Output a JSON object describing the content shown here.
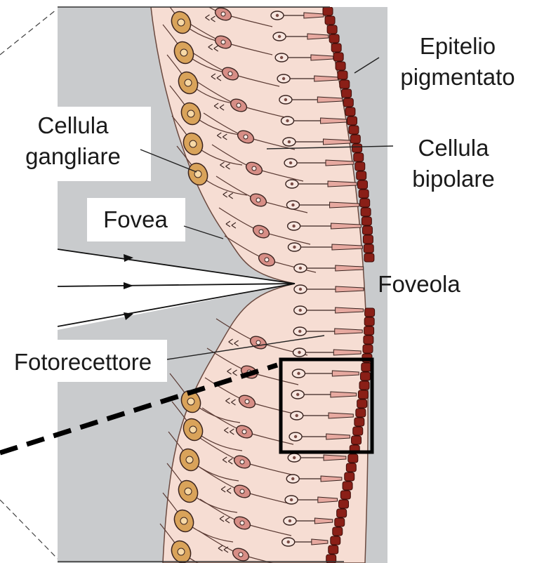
{
  "labels": {
    "epitelio_1": "Epitelio",
    "epitelio_2": "pigmentato",
    "cellula_gangliare_1": "Cellula",
    "cellula_gangliare_2": "gangliare",
    "cellula_bipolare_1": "Cellula",
    "cellula_bipolare_2": "bipolare",
    "fovea": "Fovea",
    "foveola": "Foveola",
    "fotorecettore": "Fotorecettore"
  },
  "colors": {
    "vitreous": "#c9cbcd",
    "retina": "#f6ddd3",
    "epithelium": "#8a1f17",
    "ganglion_cell": "#d9a35a",
    "bipolar_cell": "#d78e86",
    "photoreceptor": "#e7a9a0",
    "outline": "#3a2420"
  }
}
